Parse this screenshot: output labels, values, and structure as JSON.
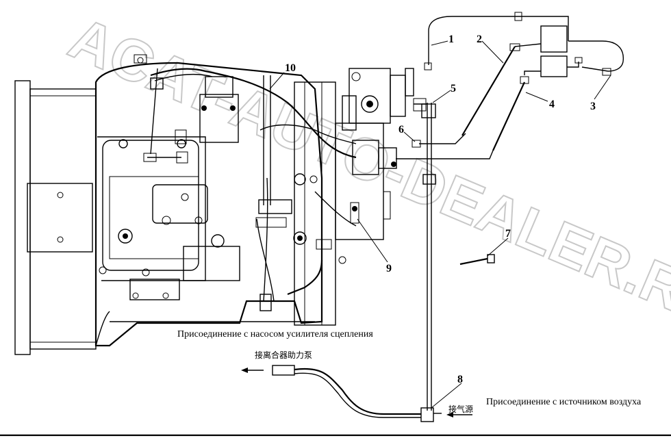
{
  "watermark": "ACAT-AUTO-DEALER.RU",
  "callouts": [
    "1",
    "2",
    "3",
    "4",
    "5",
    "6",
    "7",
    "8",
    "9",
    "10"
  ],
  "notes": {
    "clutch_pump": "Присоединение с насосом усилителя сцепления",
    "air_source": "Присоединение с источником воздуха",
    "cn_clutch": "接离合器助力泵",
    "cn_air": "接气源"
  }
}
